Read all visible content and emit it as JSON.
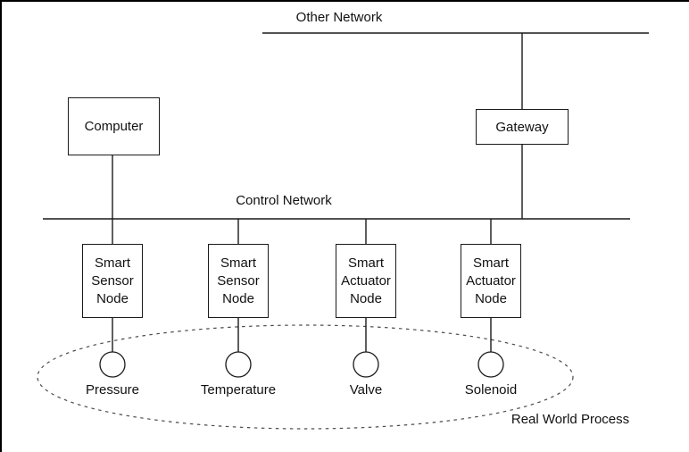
{
  "networks": {
    "other": "Other Network",
    "control": "Control Network"
  },
  "devices": {
    "computer": "Computer",
    "gateway": "Gateway"
  },
  "nodes": [
    {
      "label": "Smart\nSensor\nNode",
      "process": "Pressure"
    },
    {
      "label": "Smart\nSensor\nNode",
      "process": "Temperature"
    },
    {
      "label": "Smart\nActuator\nNode",
      "process": "Valve"
    },
    {
      "label": "Smart\nActuator\nNode",
      "process": "Solenoid"
    }
  ],
  "process_region": {
    "label": "Real World Process"
  },
  "colors": {
    "line": "#1a1a1a",
    "dashed_outline": "#4a4a4a",
    "background": "#ffffff"
  }
}
